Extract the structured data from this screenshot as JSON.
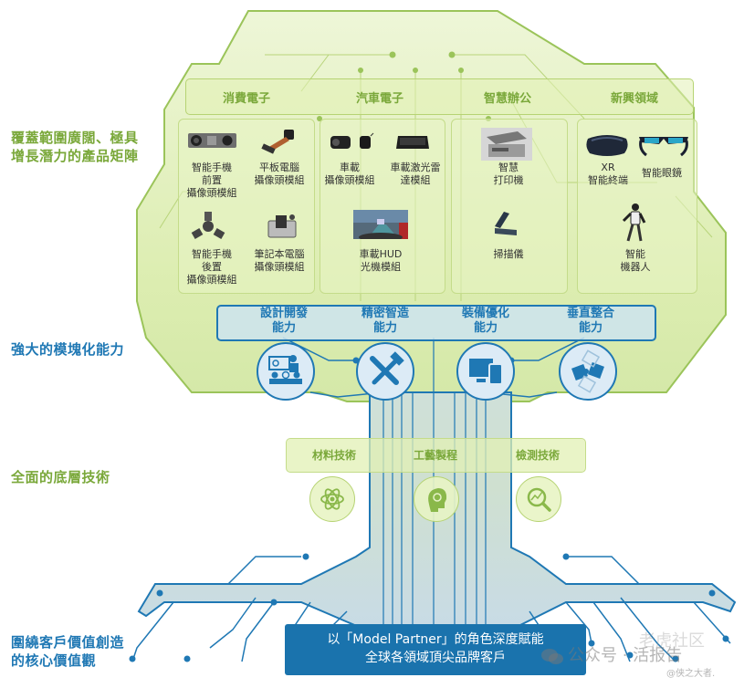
{
  "side_labels": {
    "product_matrix": [
      "覆蓋範圍廣闊、極具",
      "增長潛力的產品矩陣"
    ],
    "modular_capability": "強大的模塊化能力",
    "base_tech": "全面的底層技術",
    "core_value": [
      "圍繞客戶價值創造",
      "的核心價值觀"
    ]
  },
  "categories": [
    {
      "label": "消費電子",
      "items": [
        {
          "name": "智能手機前置攝像頭模組",
          "lines": [
            "智能手機",
            "前置",
            "攝像頭模組"
          ],
          "icon": "camera-module-icon"
        },
        {
          "name": "平板電腦攝像頭模組",
          "lines": [
            "平板電腦",
            "攝像頭模組"
          ],
          "icon": "flex-camera-icon"
        },
        {
          "name": "智能手機後置攝像頭模組",
          "lines": [
            "智能手機",
            "後置",
            "攝像頭模組"
          ],
          "icon": "rear-camera-icon"
        },
        {
          "name": "筆記本電腦攝像頭模組",
          "lines": [
            "筆記本電腦",
            "攝像頭模組"
          ],
          "icon": "laptop-camera-icon"
        }
      ]
    },
    {
      "label": "汽車電子",
      "items": [
        {
          "name": "車載攝像頭模組",
          "lines": [
            "車載",
            "攝像頭模組"
          ],
          "icon": "car-camera-icon"
        },
        {
          "name": "車載激光雷達模組",
          "lines": [
            "車載激光雷",
            "達模組"
          ],
          "icon": "lidar-icon"
        },
        {
          "name": "車載HUD光機模組",
          "lines": [
            "車載HUD",
            "光機模組"
          ],
          "icon": "hud-icon"
        }
      ]
    },
    {
      "label": "智慧辦公",
      "items": [
        {
          "name": "智慧打印機",
          "lines": [
            "智慧",
            "打印機"
          ],
          "icon": "printer-icon"
        },
        {
          "name": "掃描儀",
          "lines": [
            "掃描儀"
          ],
          "icon": "scanner-icon"
        }
      ]
    },
    {
      "label": "新興領域",
      "items": [
        {
          "name": "XR智能終端",
          "lines": [
            "XR",
            "智能終端"
          ],
          "icon": "vr-headset-icon"
        },
        {
          "name": "智能眼鏡",
          "lines": [
            "智能眼鏡"
          ],
          "icon": "smart-glasses-icon"
        },
        {
          "name": "智能機器人",
          "lines": [
            "智能",
            "機器人"
          ],
          "icon": "robot-icon"
        }
      ]
    }
  ],
  "capabilities": [
    {
      "lines": [
        "設計開發",
        "能力"
      ],
      "icon": "design-team-icon"
    },
    {
      "lines": [
        "精密智造",
        "能力"
      ],
      "icon": "tools-icon"
    },
    {
      "lines": [
        "裝備優化",
        "能力"
      ],
      "icon": "devices-icon"
    },
    {
      "lines": [
        "垂直整合",
        "能力"
      ],
      "icon": "puzzle-icon"
    }
  ],
  "technologies": [
    {
      "label": "材料技術",
      "icon": "atom-icon"
    },
    {
      "label": "工藝製程",
      "icon": "brain-gear-icon"
    },
    {
      "label": "檢測技術",
      "icon": "magnify-chart-icon"
    }
  ],
  "core_box": {
    "line1": "以「Model Partner」的角色深度賦能",
    "line2": "全球各領域頂尖品牌客戶"
  },
  "watermark": {
    "line1": "公众号 · 活报告",
    "line2": "@侠之大者.",
    "faded": "老虎社区"
  },
  "colors": {
    "green": "#7aa83a",
    "green_light": "#c4dc8a",
    "blue": "#1f78b4",
    "blue_dark": "#1a73ad"
  }
}
